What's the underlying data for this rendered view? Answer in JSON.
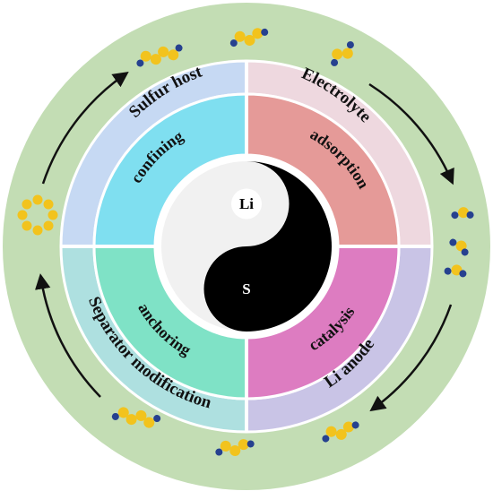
{
  "quadrants": [
    {
      "id": "top-left",
      "outer_label": "Sulfur host",
      "inner_label": "confining",
      "outer_color": "#c6d9f3",
      "inner_color": "#7fdff0"
    },
    {
      "id": "top-right",
      "outer_label": "Electrolyte",
      "inner_label": "adsorption",
      "outer_color": "#eed8df",
      "inner_color": "#e59a98"
    },
    {
      "id": "bottom-right",
      "outer_label": "Li anode",
      "inner_label": "catalysis",
      "outer_color": "#c9c4e6",
      "inner_color": "#dd7cc1"
    },
    {
      "id": "bottom-left",
      "outer_label": "Separator modification",
      "inner_label": "anchoring",
      "outer_color": "#aee0e0",
      "inner_color": "#7fe2c6"
    }
  ],
  "yin_yang": {
    "top_label": "Li",
    "bottom_label": "S"
  },
  "colors": {
    "outer_ring": "#c3ddb4",
    "gold": "#f2c31d",
    "navy": "#26418f",
    "arrow": "#111111"
  }
}
